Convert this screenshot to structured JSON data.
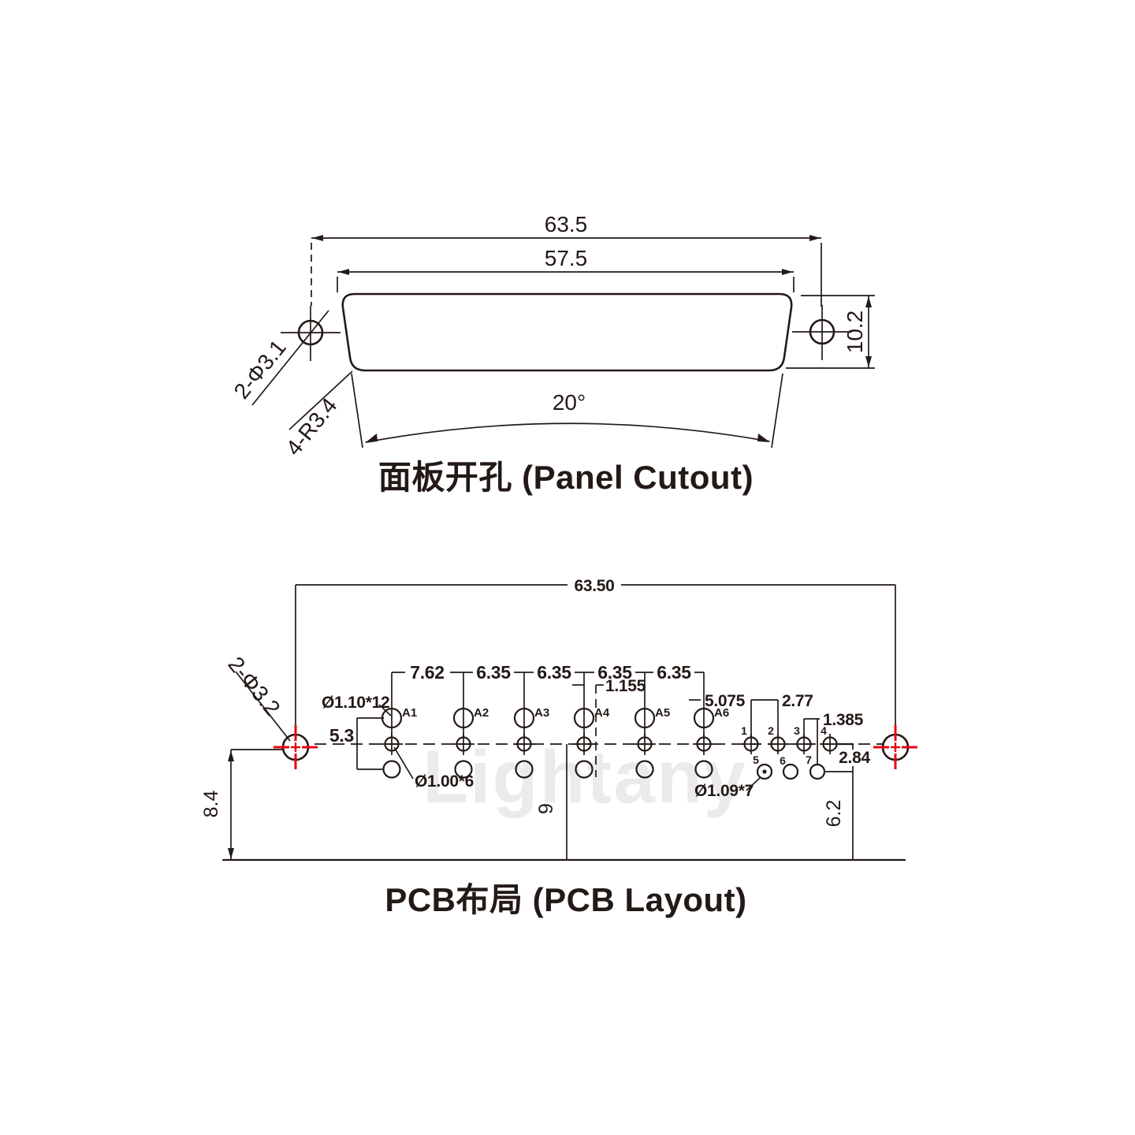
{
  "titles": {
    "panel": "面板开孔 (Panel Cutout)",
    "pcb": "PCB布局 (PCB Layout)"
  },
  "watermark": "Lightany",
  "colors": {
    "line": "#231916",
    "accent_red": "#e60012",
    "watermark": "#ebebeb"
  },
  "panel": {
    "dim_outer_width": "63.5",
    "dim_inner_width": "57.5",
    "dim_height": "10.2",
    "dim_angle": "20°",
    "label_mount_holes": "2-Φ3.1",
    "label_corner_radius": "4-R3.4"
  },
  "pcb": {
    "dim_width": "63.50",
    "label_mount_holes": "2-Φ3.2",
    "dim_left_height": "8.4",
    "dim_mid_height": "9",
    "dim_right_height": "6.2",
    "pitch": [
      "7.62",
      "6.35",
      "6.35",
      "6.35",
      "6.35"
    ],
    "dim_a4_offset": "1.155",
    "dim_a6_to_pin1": "5.075",
    "dim_pin1_to_pin2": "2.77",
    "dim_pin3_to_pin7": "1.385",
    "dim_pin4_right": "2.84",
    "dim_a1_bracket": "5.3",
    "label_hole_top": "Ø1.10*12",
    "label_hole_bottom": "Ø1.00*6",
    "label_hole_signal": "Ø1.09*7",
    "pins_top": [
      "A1",
      "A2",
      "A3",
      "A4",
      "A5",
      "A6"
    ],
    "pins_mid": [
      "1",
      "2",
      "3",
      "4"
    ],
    "pins_low": [
      "5",
      "6",
      "7"
    ]
  }
}
